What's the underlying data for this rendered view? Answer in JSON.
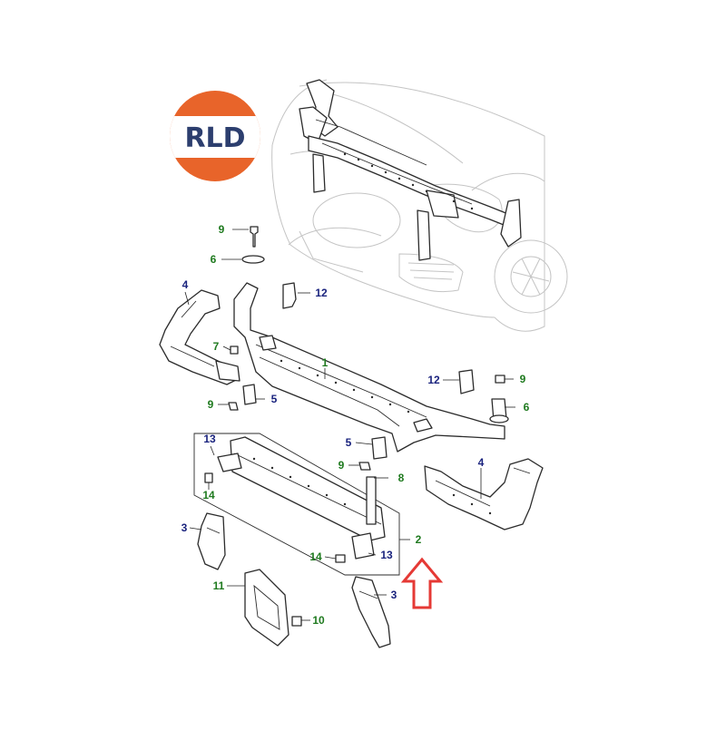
{
  "logo": {
    "text": "RLD",
    "colors": {
      "top": "#e8642a",
      "bottom": "#e8642a",
      "band": "#ffffff",
      "text": "#2c3e6e"
    }
  },
  "colors": {
    "label_green": "#1f7a1f",
    "label_blue": "#1a237e",
    "arrow": "#e53935"
  },
  "callouts": [
    {
      "id": "c9a",
      "text": "9",
      "color": "green"
    },
    {
      "id": "c6a",
      "text": "6",
      "color": "green"
    },
    {
      "id": "c4a",
      "text": "4",
      "color": "blue"
    },
    {
      "id": "c12a",
      "text": "12",
      "color": "blue"
    },
    {
      "id": "c7",
      "text": "7",
      "color": "green"
    },
    {
      "id": "c1",
      "text": "1",
      "color": "green"
    },
    {
      "id": "c9b",
      "text": "9",
      "color": "green"
    },
    {
      "id": "c5a",
      "text": "5",
      "color": "blue"
    },
    {
      "id": "c12b",
      "text": "12",
      "color": "blue"
    },
    {
      "id": "c9c",
      "text": "9",
      "color": "green"
    },
    {
      "id": "c6b",
      "text": "6",
      "color": "green"
    },
    {
      "id": "c13a",
      "text": "13",
      "color": "blue"
    },
    {
      "id": "c5b",
      "text": "5",
      "color": "blue"
    },
    {
      "id": "c9d",
      "text": "9",
      "color": "green"
    },
    {
      "id": "c8",
      "text": "8",
      "color": "green"
    },
    {
      "id": "c14a",
      "text": "14",
      "color": "green"
    },
    {
      "id": "c4b",
      "text": "4",
      "color": "blue"
    },
    {
      "id": "c3a",
      "text": "3",
      "color": "blue"
    },
    {
      "id": "c2",
      "text": "2",
      "color": "green"
    },
    {
      "id": "c14b",
      "text": "14",
      "color": "green"
    },
    {
      "id": "c13b",
      "text": "13",
      "color": "blue"
    },
    {
      "id": "c11",
      "text": "11",
      "color": "green"
    },
    {
      "id": "c3b",
      "text": "3",
      "color": "blue"
    },
    {
      "id": "c10",
      "text": "10",
      "color": "green"
    }
  ],
  "indicator": {
    "icon": "up-arrow-icon"
  }
}
